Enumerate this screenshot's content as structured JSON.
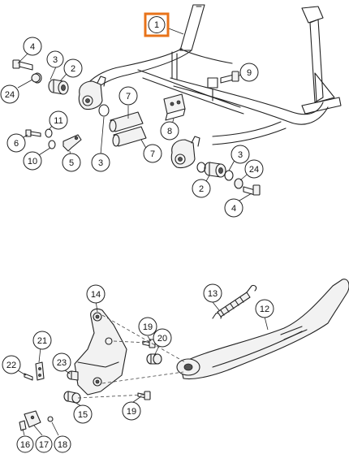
{
  "diagram": {
    "callouts": [
      {
        "id": "c1",
        "label": "1",
        "highlighted": true
      },
      {
        "id": "c2a",
        "label": "2"
      },
      {
        "id": "c2b",
        "label": "2"
      },
      {
        "id": "c3a",
        "label": "3"
      },
      {
        "id": "c3b",
        "label": "3"
      },
      {
        "id": "c3c",
        "label": "3"
      },
      {
        "id": "c4a",
        "label": "4"
      },
      {
        "id": "c4b",
        "label": "4"
      },
      {
        "id": "c5",
        "label": "5"
      },
      {
        "id": "c6",
        "label": "6"
      },
      {
        "id": "c7a",
        "label": "7"
      },
      {
        "id": "c7b",
        "label": "7"
      },
      {
        "id": "c8",
        "label": "8"
      },
      {
        "id": "c9",
        "label": "9"
      },
      {
        "id": "c10",
        "label": "10"
      },
      {
        "id": "c11",
        "label": "11"
      },
      {
        "id": "c12",
        "label": "12"
      },
      {
        "id": "c13",
        "label": "13"
      },
      {
        "id": "c14",
        "label": "14"
      },
      {
        "id": "c15",
        "label": "15"
      },
      {
        "id": "c16",
        "label": "16"
      },
      {
        "id": "c17",
        "label": "17"
      },
      {
        "id": "c18",
        "label": "18"
      },
      {
        "id": "c19a",
        "label": "19"
      },
      {
        "id": "c19b",
        "label": "19"
      },
      {
        "id": "c20",
        "label": "20"
      },
      {
        "id": "c21",
        "label": "21"
      },
      {
        "id": "c22",
        "label": "22"
      },
      {
        "id": "c23",
        "label": "23"
      },
      {
        "id": "c24a",
        "label": "24"
      },
      {
        "id": "c24b",
        "label": "24"
      }
    ],
    "highlight_color": "#e8731a"
  }
}
